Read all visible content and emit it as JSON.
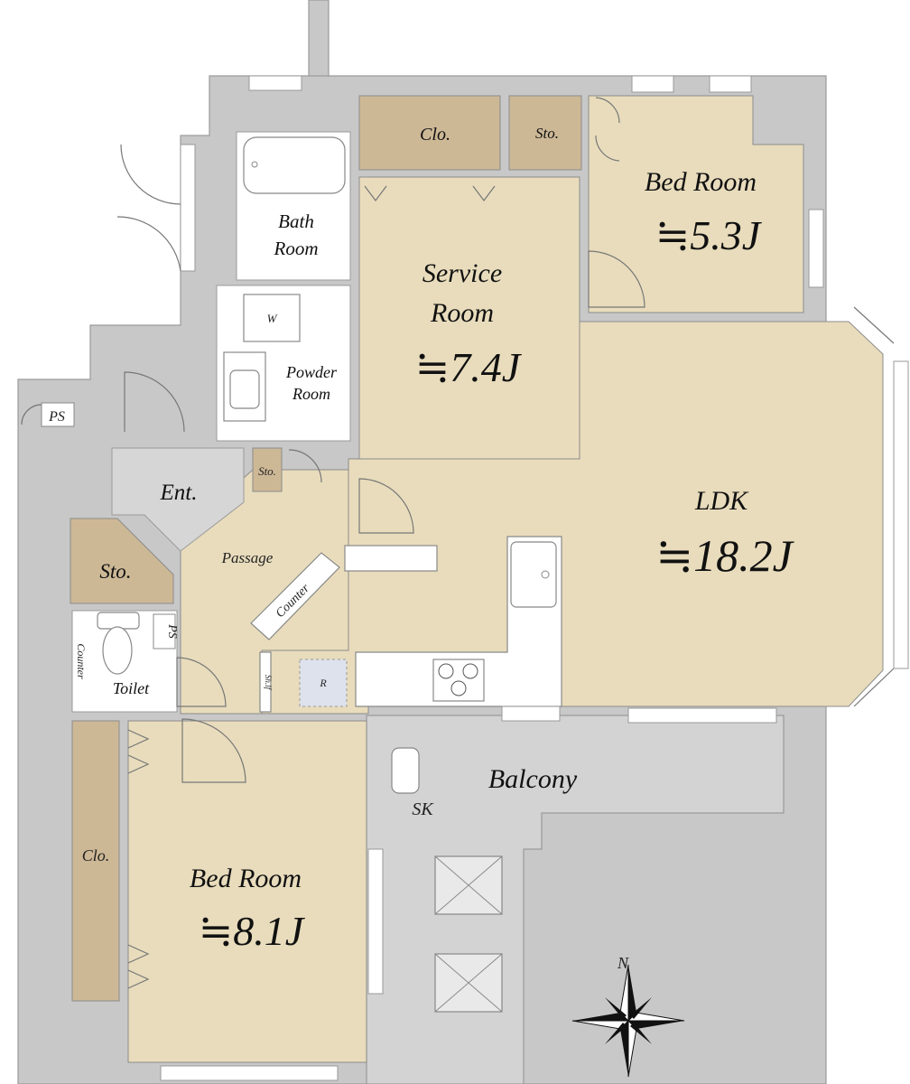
{
  "rooms": {
    "clo_top": "Clo.",
    "sto_top": "Sto.",
    "bed_top": "Bed Room",
    "bed_top_area": "≒5.3J",
    "bath_1": "Bath",
    "bath_2": "Room",
    "washer": "W",
    "powder_1": "Powder",
    "powder_2": "Room",
    "service_1": "Service",
    "service_2": "Room",
    "service_area": "≒7.4J",
    "ps_top": "PS",
    "ent": "Ent.",
    "sto_small": "Sto.",
    "sto_left": "Sto.",
    "passage": "Passage",
    "counter_diag": "Counter",
    "ldk": "LDK",
    "ldk_area": "≒18.2J",
    "ps_toilet": "PS",
    "counter_vert": "Counter",
    "toilet": "Toilet",
    "shelf": "Sh.lf",
    "fridge": "R",
    "balcony": "Balcony",
    "sk": "SK",
    "clo_left": "Clo.",
    "bed_bottom": "Bed Room",
    "bed_bottom_area": "≒8.1J"
  },
  "compass": {
    "north_label": "N"
  },
  "colors": {
    "wall": "#c8c8c8",
    "floor": "#e8dcbc",
    "storage": "#cdb896",
    "balcony": "#d3d3d3",
    "entrance": "#d6d6d6",
    "wet_area": "#ffffff"
  }
}
